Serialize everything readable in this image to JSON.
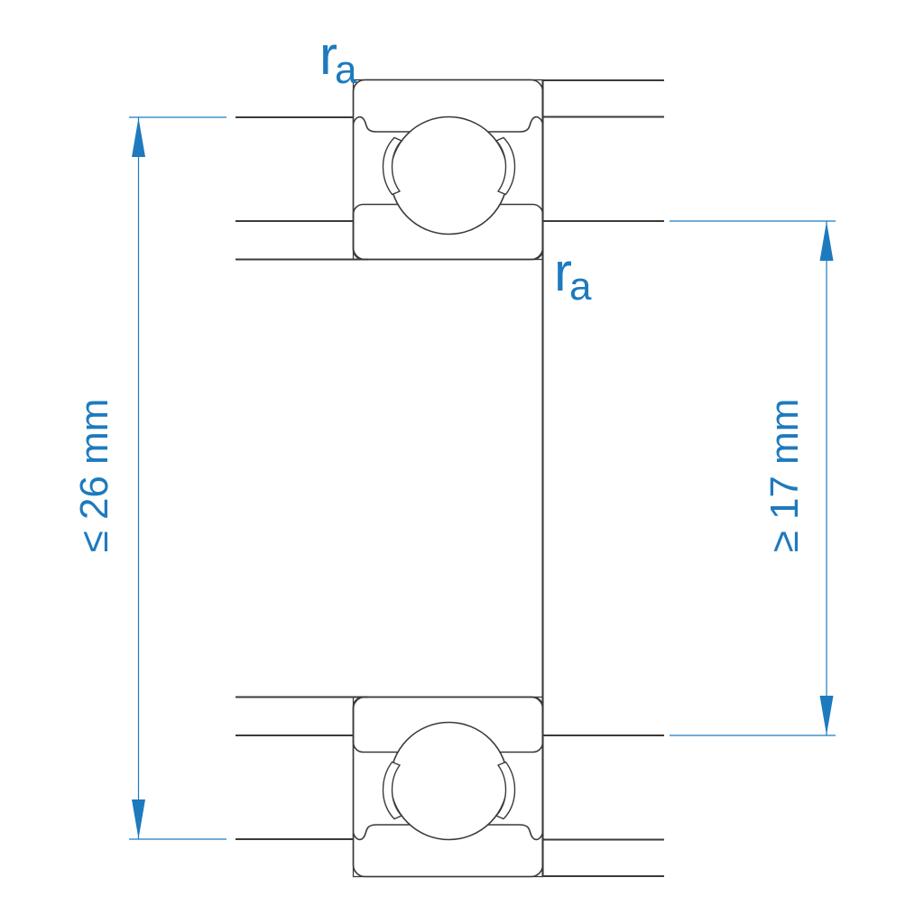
{
  "diagram": {
    "outer_dimension": {
      "label": "≤ 26 mm"
    },
    "inner_dimension": {
      "label": "≥ 17 mm"
    },
    "fillet_radius_top": {
      "symbol": "r",
      "subscript": "a"
    },
    "fillet_radius_bottom": {
      "symbol": "r",
      "subscript": "a"
    },
    "colors": {
      "accent_blue": "#1e7abe",
      "drawing_line": "#3a3a3a",
      "background": "#ffffff"
    }
  }
}
